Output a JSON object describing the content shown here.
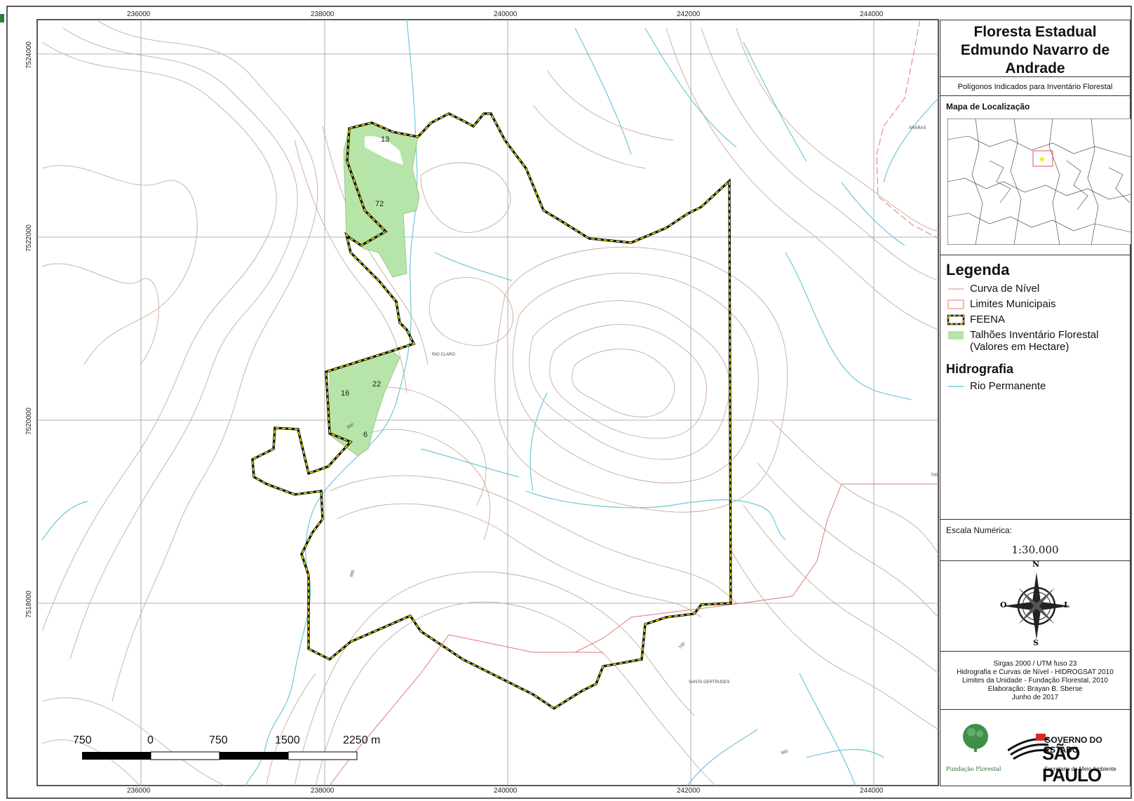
{
  "title": "Floresta Estadual Edmundo Navarro de Andrade",
  "title_lines": [
    "Floresta Estadual",
    "Edmundo Navarro de",
    "Andrade"
  ],
  "subtitle": "Polígonos Indicados para Inventário Florestal",
  "location_map": {
    "title": "Mapa de Localização"
  },
  "legend": {
    "title": "Legenda",
    "items": [
      {
        "label": "Curva de Nível",
        "color": "#c9a99a"
      },
      {
        "label": "Limites Municipais",
        "color": "#e07a7a"
      },
      {
        "label": "FEENA",
        "color": "#f3f000"
      },
      {
        "label": "Talhões Inventário Florestal",
        "label2": "(Valores em Hectare)",
        "color": "#b7e4a8"
      }
    ],
    "hidro_title": "Hidrografia",
    "hidro_items": [
      {
        "label": "Rio Permanente",
        "color": "#6fc7d6"
      }
    ]
  },
  "scale": {
    "label": "Escala Numérica:",
    "value": "1:30.000"
  },
  "compass": {
    "n": "N",
    "s": "S",
    "e": "L",
    "w": "O"
  },
  "credits": [
    "Sirgas 2000 / UTM fuso 23",
    "Hidrografia e Curvas de Nível - HIDROGSAT 2010",
    "Limites da Unidade - Fundação Florestal, 2010",
    "Elaboração: Brayan B. Sberse",
    "Junho de 2017"
  ],
  "logos": {
    "fundacao": "Fundação Florestal",
    "gov_line1": "GOVERNO DO ESTADO",
    "gov_line2": "SÃO PAULO",
    "gov_line3": "Secretaria do Meio Ambiente"
  },
  "grid": {
    "x_labels": [
      "236000",
      "238000",
      "240000",
      "242000",
      "244000"
    ],
    "y_labels": [
      "7524000",
      "7522000",
      "7520000",
      "7518000"
    ]
  },
  "place_labels": [
    "RIO CLARO",
    "ARARAS",
    "SANTA GERTRUDES"
  ],
  "contour_labels": [
    "600",
    "700",
    "700",
    "600",
    "600"
  ],
  "plots": [
    {
      "label": "13"
    },
    {
      "label": "72"
    },
    {
      "label": "16"
    },
    {
      "label": "22"
    },
    {
      "label": "6"
    }
  ],
  "scalebar": {
    "labels": [
      "750",
      "0",
      "750",
      "1500",
      "2250 m"
    ]
  }
}
